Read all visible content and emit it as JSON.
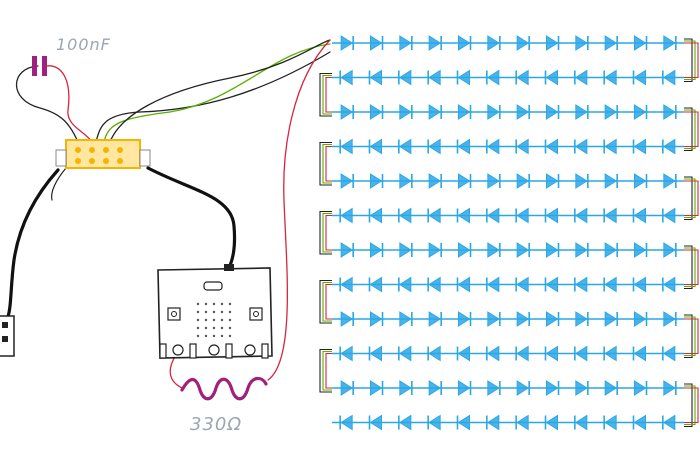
{
  "components": {
    "capacitor": {
      "label": "100nF",
      "color": "#a0207e"
    },
    "resistor": {
      "label": "330Ω",
      "color": "#a0207e"
    },
    "connector": {
      "color": "#f5b400"
    },
    "microbit": {
      "outline": "#222222"
    }
  },
  "led_matrix": {
    "rows": 12,
    "leds_per_row": 12,
    "led_color": "#2aa7e6"
  },
  "wire_colors": {
    "power": "#d7263d",
    "data": "#58b000",
    "ground": "#222222"
  }
}
